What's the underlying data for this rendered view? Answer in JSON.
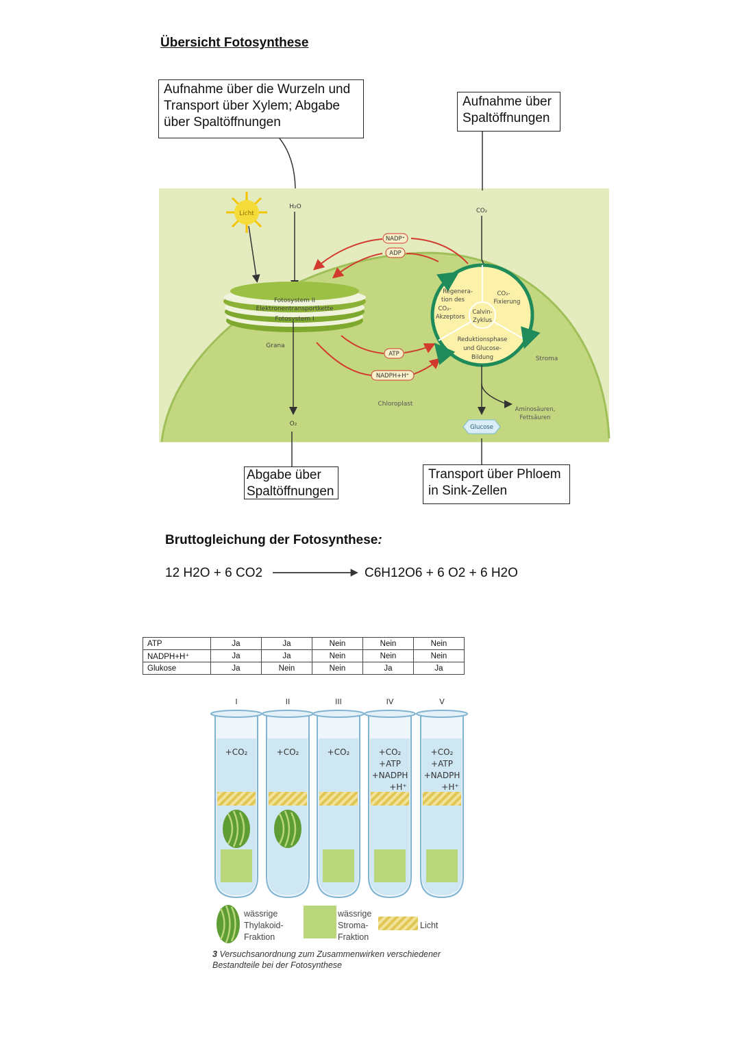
{
  "title": "Übersicht Fotosynthese",
  "boxes": {
    "roots": "Aufnahme über die Wurzeln und Transport über Xylem; Abgabe über Spaltöffnungen",
    "stomata_in": "Aufnahme über Spaltöffnungen",
    "o2_out": "Abgabe über Spaltöffnungen",
    "phloem": "Transport über Phloem in Sink-Zellen"
  },
  "diagram": {
    "licht": "Licht",
    "h2o": "H₂O",
    "co2": "CO₂",
    "o2": "O₂",
    "photosystem2": "Fotosystem II",
    "etc": "Elektronentransportkette",
    "photosystem1": "Fotosystem I",
    "grana": "Grana",
    "nadp": "NADP⁺",
    "adp": "ADP",
    "atp": "ATP",
    "nadph": "NADPH+H⁺",
    "chloroplast": "Chloroplast",
    "stroma": "Stroma",
    "regen": [
      "Regenera-",
      "tion des",
      "CO₂-",
      "Akzeptors"
    ],
    "fix": [
      "CO₂-",
      "Fixierung"
    ],
    "calvin": [
      "Calvin-",
      "Zyklus"
    ],
    "reduction": [
      "Reduktionsphase",
      "und Glucose-",
      "Bildung"
    ],
    "amino": [
      "Aminosäuren,",
      "Fettsäuren"
    ],
    "glucose": "Glucose"
  },
  "equation": {
    "title": "Bruttogleichung der Fotosynthese",
    "colon": ":",
    "left": "12 H2O + 6 CO2",
    "right": "C6H12O6 + 6 O2 + 6 H2O"
  },
  "table": {
    "rows": [
      {
        "label": "ATP",
        "values": [
          "Ja",
          "Ja",
          "Nein",
          "Nein",
          "Nein"
        ]
      },
      {
        "label": "NADPH+H⁺",
        "values": [
          "Ja",
          "Ja",
          "Nein",
          "Nein",
          "Nein"
        ]
      },
      {
        "label": "Glukose",
        "values": [
          "Ja",
          "Nein",
          "Nein",
          "Ja",
          "Ja"
        ]
      }
    ]
  },
  "tubes": [
    {
      "numeral": "I",
      "lines": [
        "+CO₂"
      ]
    },
    {
      "numeral": "II",
      "lines": [
        "+CO₂"
      ]
    },
    {
      "numeral": "III",
      "lines": [
        "+CO₂"
      ]
    },
    {
      "numeral": "IV",
      "lines": [
        "+CO₂",
        "+ATP",
        "+NADPH",
        "+H⁺"
      ]
    },
    {
      "numeral": "V",
      "lines": [
        "+CO₂",
        "+ATP",
        "+NADPH",
        "+H⁺"
      ]
    }
  ],
  "legend": {
    "thylakoid": [
      "wässrige",
      "Thylakoid-",
      "Fraktion"
    ],
    "stroma": [
      "wässrige",
      "Stroma-",
      "Fraktion"
    ],
    "licht": "Licht"
  },
  "caption": {
    "number": "3",
    "line1": "Versuchsanordnung zum Zusammenwirken verschiedener",
    "line2": "Bestandteile bei der Fotosynthese"
  },
  "colors": {
    "stroma_green": "#c2d780",
    "background_green": "#e3ebbf",
    "arrow_red": "#d23a2e",
    "cycle_green": "#1f8a5a",
    "tube_blue": "#cfe6f3",
    "fraction_green": "#b9d77a",
    "light_yellow": "#e9d56a"
  }
}
